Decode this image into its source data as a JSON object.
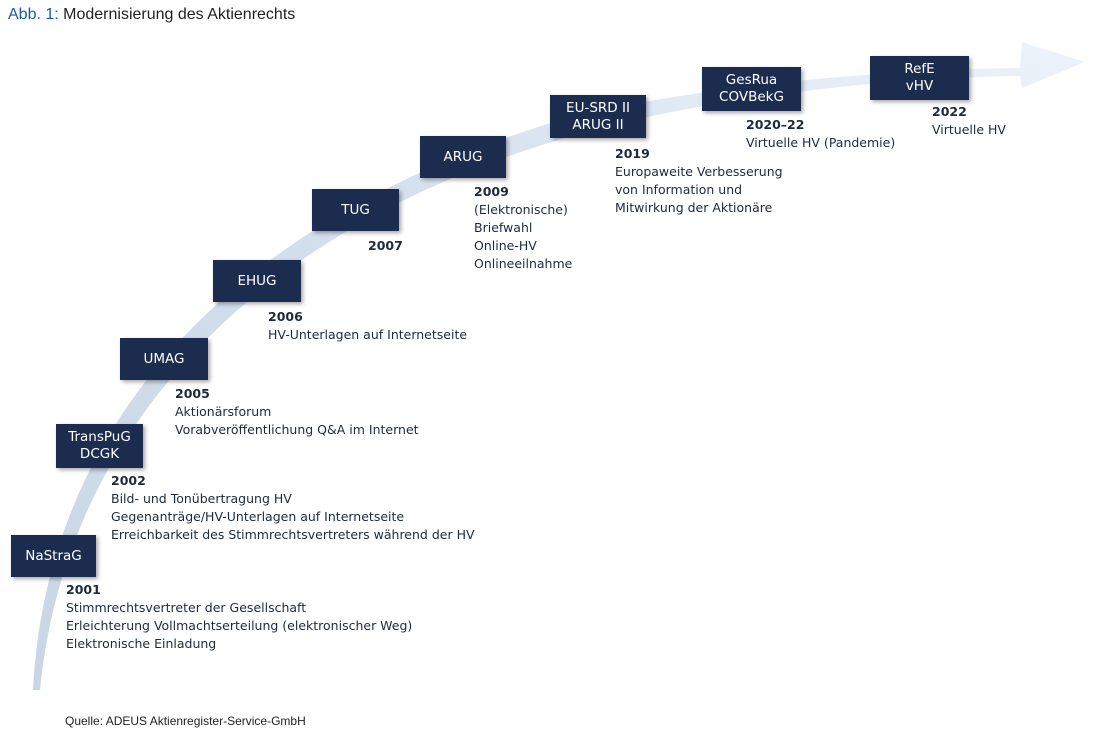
{
  "title": {
    "prefix": "Abb. 1:",
    "text": " Modernisierung des Aktienrechts"
  },
  "source": "Quelle: ADEUS Aktienregister-Service-GmbH",
  "colors": {
    "box": "#1c2c4f",
    "title_prefix": "#1e5a9c",
    "arrow_light": "#e6eef7",
    "arrow_dark": "#c4d3e4"
  },
  "milestones": [
    {
      "box": [
        "NaStraG"
      ],
      "year": "2001",
      "lines": [
        "Stimmrechtsvertreter der Gesellschaft",
        "Erleichterung Vollmachtserteilung (elektronischer Weg)",
        "Elektronische Einladung"
      ]
    },
    {
      "box": [
        "TransPuG",
        "DCGK"
      ],
      "year": "2002",
      "lines": [
        "Bild- und Tonübertragung HV",
        "Gegenanträge/HV-Unterlagen auf Internetseite",
        "Erreichbarkeit des Stimmrechtsvertreters während der HV"
      ]
    },
    {
      "box": [
        "UMAG"
      ],
      "year": "2005",
      "lines": [
        "Aktionärsforum",
        "Vorabveröffentlichung Q&A im Internet"
      ]
    },
    {
      "box": [
        "EHUG"
      ],
      "year": "2006",
      "lines": [
        "HV-Unterlagen auf Internetseite"
      ]
    },
    {
      "box": [
        "TUG"
      ],
      "year": "2007",
      "lines": []
    },
    {
      "box": [
        "ARUG"
      ],
      "year": "2009",
      "lines": [
        "(Elektronische)",
        "Briefwahl",
        "Online-HV",
        "Onlineeilnahme"
      ]
    },
    {
      "box": [
        "EU-SRD II",
        "ARUG II"
      ],
      "year": "2019",
      "lines": [
        "Europaweite Verbesserung",
        "von Information und",
        "Mitwirkung der Aktionäre"
      ]
    },
    {
      "box": [
        "GesRua",
        "COVBekG"
      ],
      "year": "2020–22",
      "lines": [
        "Virtuelle HV (Pandemie)"
      ]
    },
    {
      "box": [
        "RefE",
        "vHV"
      ],
      "year": "2022",
      "lines": [
        "Virtuelle HV"
      ]
    }
  ]
}
